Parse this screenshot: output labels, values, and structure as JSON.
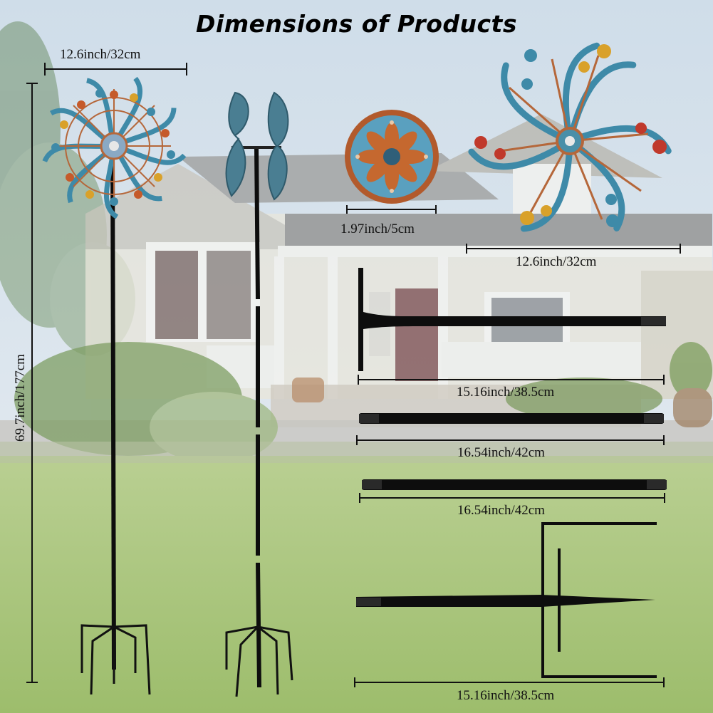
{
  "title": "Dimensions of Products",
  "dimensions": {
    "spinner_width": "12.6inch/32cm",
    "total_height": "69.7inch/177cm",
    "hub_diameter": "1.97inch/5cm",
    "wheel_diameter": "12.6inch/32cm",
    "top_pole": "15.16inch/38.5cm",
    "middle_pole_1": "16.54inch/42cm",
    "middle_pole_2": "16.54inch/42cm",
    "stake": "15.16inch/38.5cm"
  },
  "colors": {
    "sky": "#d9e6f0",
    "lawn": "#a7c47a",
    "house": "#e4e1d6",
    "roof": "#8e8e8e",
    "pole": "#0d0d0d",
    "copper": "#b5673a",
    "teal": "#3e8aa8"
  }
}
